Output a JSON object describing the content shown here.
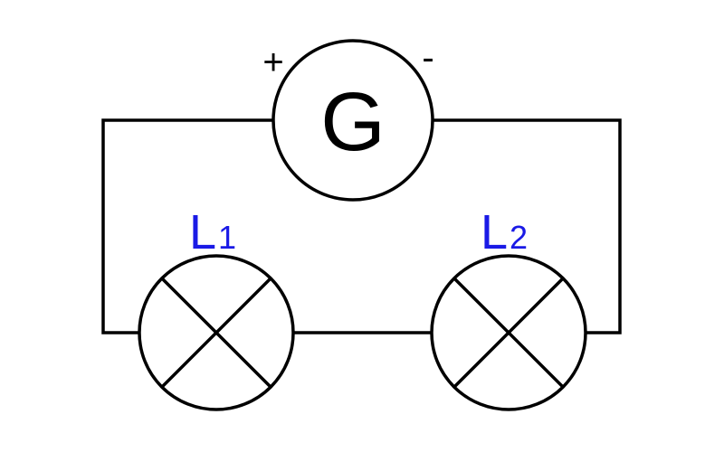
{
  "generator": {
    "letter": "G",
    "plus": "+",
    "minus": "-"
  },
  "lamps": [
    {
      "letter": "L",
      "subscript": "1"
    },
    {
      "letter": "L",
      "subscript": "2"
    }
  ],
  "colors": {
    "wire": "#000000",
    "label": "#1a1ae6"
  }
}
